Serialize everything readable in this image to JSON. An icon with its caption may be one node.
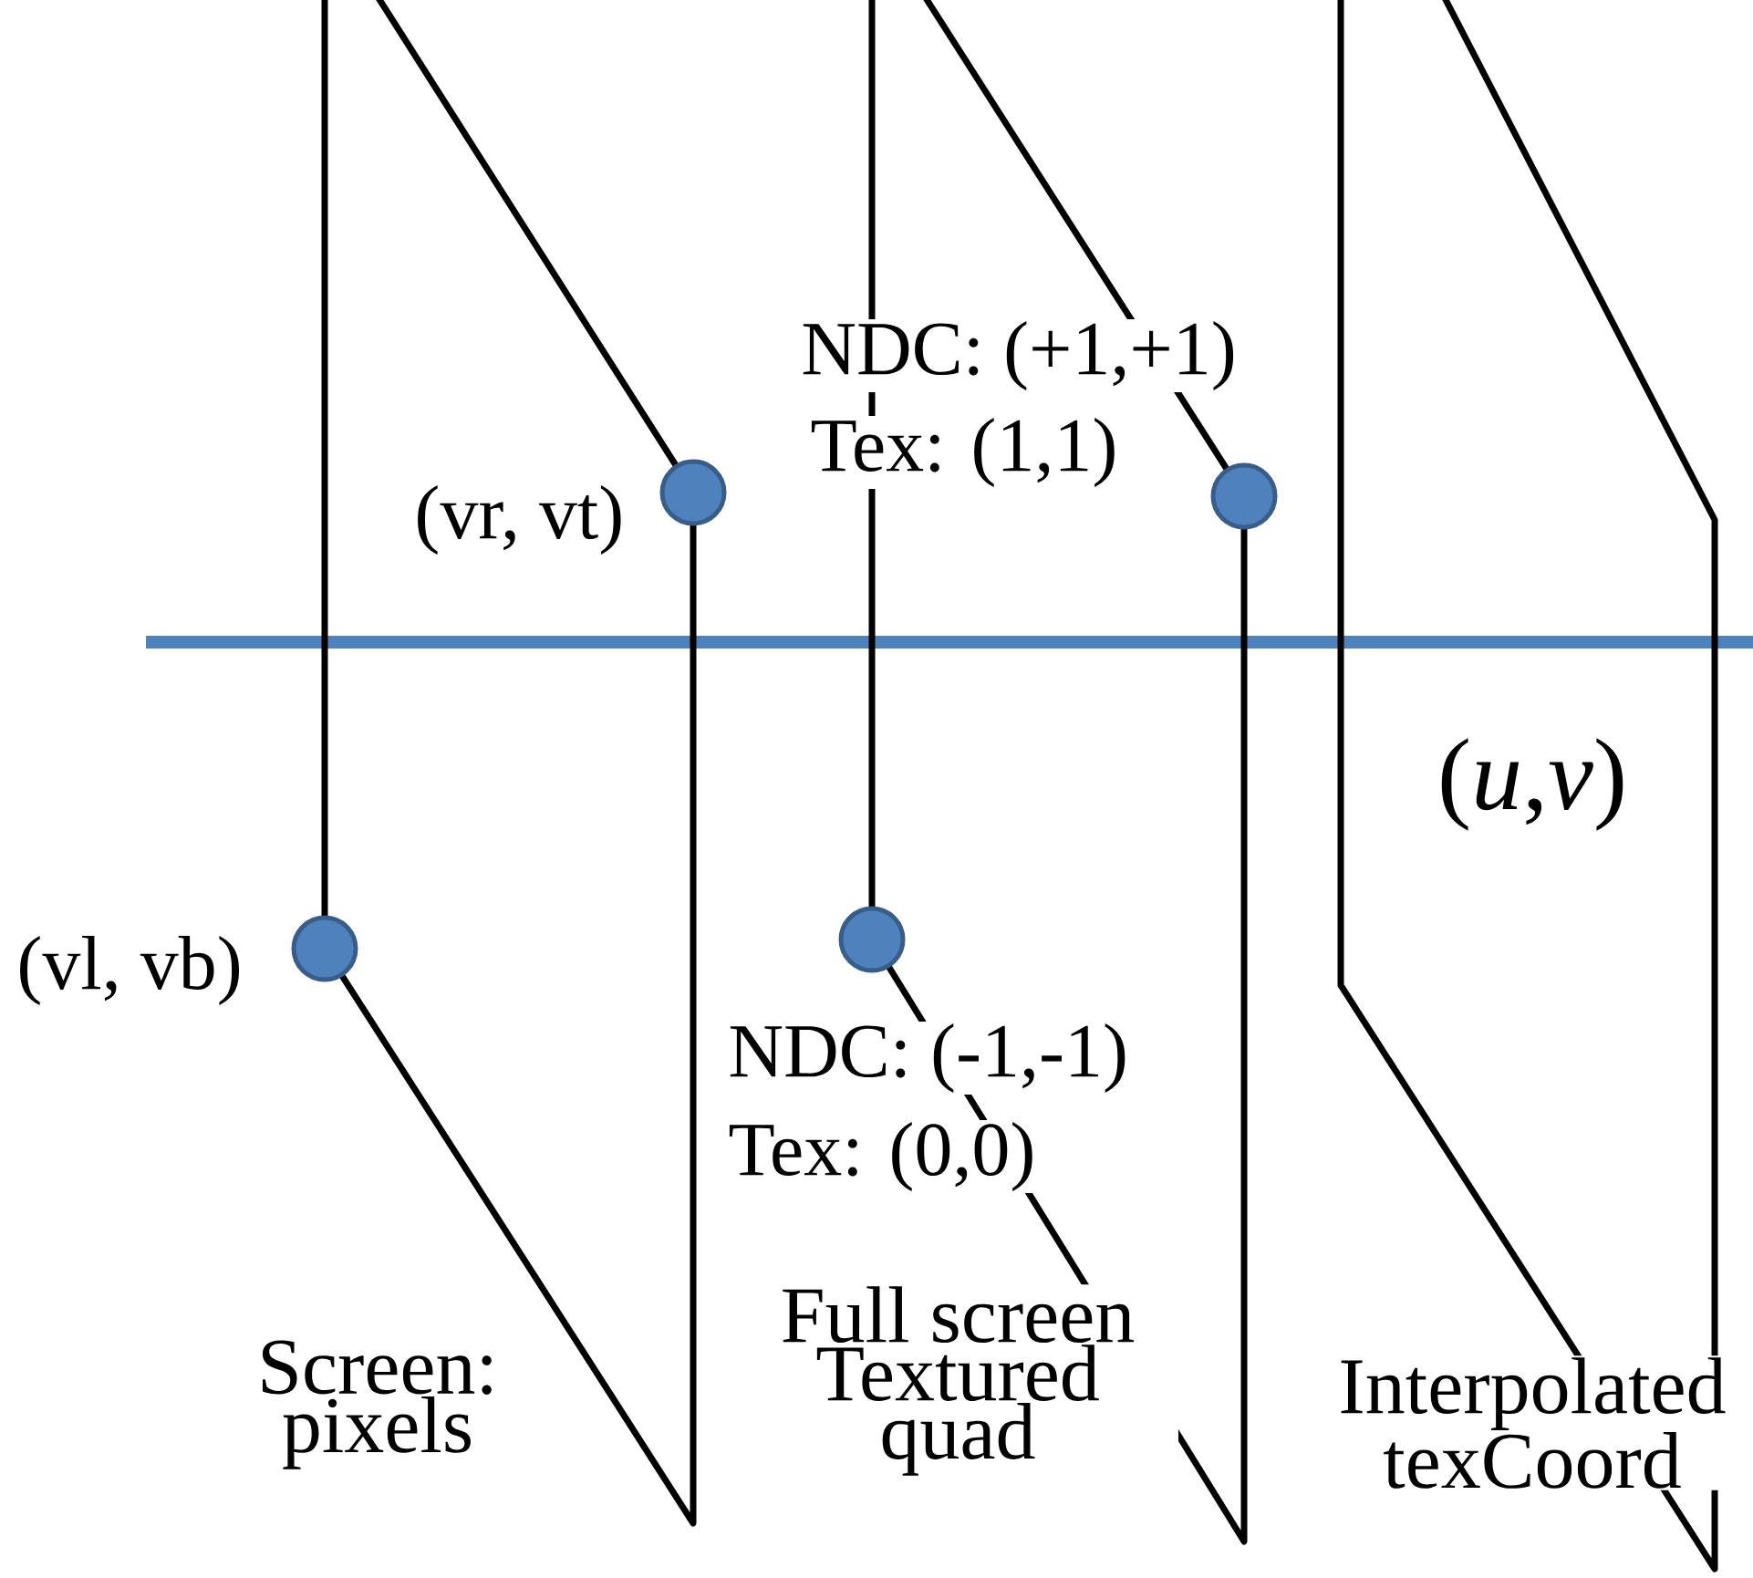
{
  "diagram": {
    "nodes": [
      {
        "text": [
          "Screen: pixels"
        ]
      },
      {
        "text": [
          "Full screen Textured quad"
        ]
      },
      {
        "text": [
          "(*u*,*v*)",
          "Interpolated texCoord"
        ]
      },
      {
        "text": [],
        "shape": "circle",
        "beside": [
          "(vr, vt)"
        ],
        "in": 0
      },
      {
        "text": [],
        "shape": "circle",
        "beside": [
          "NDC: (+1,+1)",
          "Tex: (1,1)"
        ],
        "in": 1
      },
      {
        "text": [],
        "shape": "circle",
        "beside": [
          "(vl, vb)"
        ],
        "in": 0
      },
      {
        "text": [],
        "shape": "circle",
        "beside": [
          "NDC: (-1,-1)",
          "Tex: (0,0)"
        ],
        "in": 1
      }
    ]
  }
}
